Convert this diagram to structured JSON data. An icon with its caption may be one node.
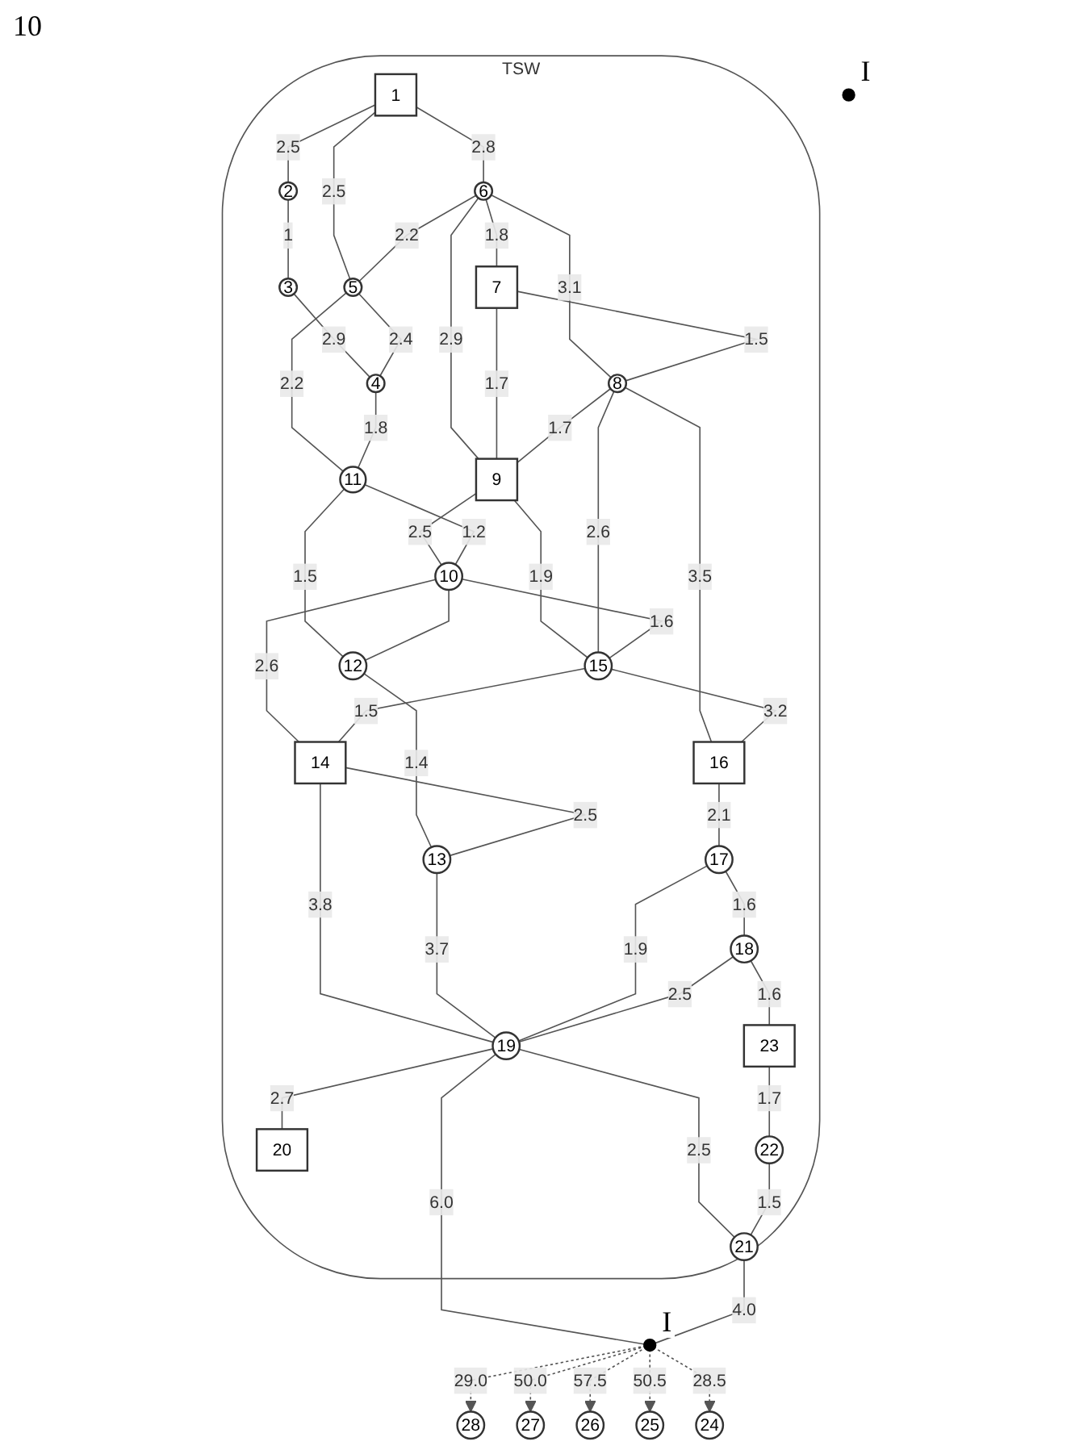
{
  "diagram": {
    "nodes": [
      {
        "text": [
          "TSW"
        ]
      },
      {
        "text": [
          "1"
        ],
        "in": 0
      },
      {
        "text": [
          "2"
        ],
        "in": 0
      },
      {
        "text": [
          "3"
        ],
        "in": 0
      },
      {
        "text": [
          "4"
        ],
        "in": 0
      },
      {
        "text": [
          "5"
        ],
        "in": 0
      },
      {
        "text": [
          "6"
        ],
        "in": 0
      },
      {
        "text": [
          "7"
        ],
        "in": 0
      },
      {
        "text": [
          "8"
        ],
        "in": 0
      },
      {
        "text": [
          "9"
        ],
        "in": 0
      },
      {
        "text": [
          "10"
        ],
        "in": 0
      },
      {
        "text": [
          "11"
        ],
        "in": 0
      },
      {
        "text": [
          "12"
        ],
        "in": 0
      },
      {
        "text": [
          "13"
        ],
        "in": 0
      },
      {
        "text": [
          "14"
        ],
        "in": 0
      },
      {
        "text": [
          "15"
        ],
        "in": 0
      },
      {
        "text": [
          "16"
        ],
        "in": 0
      },
      {
        "text": [
          "17"
        ],
        "in": 0
      },
      {
        "text": [
          "18"
        ],
        "in": 0
      },
      {
        "text": [
          "19"
        ],
        "in": 0
      },
      {
        "text": [
          "20"
        ],
        "in": 0
      },
      {
        "text": [
          "21"
        ],
        "in": 0
      },
      {
        "text": [
          "22"
        ],
        "in": 0
      },
      {
        "text": [
          "23"
        ],
        "in": 0
      },
      {
        "text": [
          "24"
        ]
      },
      {
        "text": [
          "25"
        ]
      },
      {
        "text": [
          "26"
        ]
      },
      {
        "text": [
          "27"
        ]
      },
      {
        "text": [
          "28"
        ]
      },
      {
        "text": [],
        "shape": "circle",
        "beside": [
          "I"
        ]
      },
      {
        "text": [],
        "shape": "circle",
        "beside": [
          "I"
        ]
      }
    ],
    "edges": [
      {
        "from": 1,
        "to": 2,
        "arrow": "none",
        "label": "2.5"
      },
      {
        "from": 2,
        "to": 3,
        "arrow": "none",
        "label": "1"
      },
      {
        "from": 3,
        "to": 4,
        "arrow": "none",
        "label": "2.9"
      },
      {
        "from": 1,
        "to": 6,
        "arrow": "none",
        "label": "2.8"
      },
      {
        "from": 1,
        "to": 5,
        "arrow": "none",
        "label": "2.5"
      },
      {
        "from": 6,
        "to": 5,
        "arrow": "none",
        "label": "2.2"
      },
      {
        "from": 5,
        "to": 4,
        "arrow": "none",
        "label": "2.4"
      },
      {
        "from": 5,
        "to": 11,
        "arrow": "none",
        "label": "2.2"
      },
      {
        "from": 4,
        "to": 11,
        "arrow": "none",
        "label": "1.8"
      },
      {
        "from": 6,
        "to": 7,
        "arrow": "none",
        "label": "1.8"
      },
      {
        "from": 6,
        "to": 8,
        "arrow": "none",
        "label": "3.1"
      },
      {
        "from": 6,
        "to": 9,
        "arrow": "none",
        "label": "2.9"
      },
      {
        "from": 7,
        "to": 9,
        "arrow": "none",
        "label": "1.7"
      },
      {
        "from": 7,
        "to": 8,
        "arrow": "none",
        "label": "1.5"
      },
      {
        "from": 8,
        "to": 9,
        "arrow": "none",
        "label": "1.7"
      },
      {
        "from": 9,
        "to": 10,
        "arrow": "none",
        "label": "2.5"
      },
      {
        "from": 9,
        "to": 15,
        "arrow": "none",
        "label": "1.9"
      },
      {
        "from": 8,
        "to": 15,
        "arrow": "none",
        "label": "2.6"
      },
      {
        "from": 11,
        "to": 10,
        "arrow": "none",
        "label": "1.2"
      },
      {
        "from": 11,
        "to": 12,
        "arrow": "none",
        "label": "1.5"
      },
      {
        "from": 10,
        "to": 12,
        "arrow": "none"
      },
      {
        "from": 10,
        "to": 15,
        "arrow": "none",
        "label": "1.6"
      },
      {
        "from": 10,
        "to": 14,
        "arrow": "none",
        "label": "2.6"
      },
      {
        "from": 12,
        "to": 13,
        "arrow": "none",
        "label": "1.4"
      },
      {
        "from": 15,
        "to": 14,
        "arrow": "none",
        "label": "1.5"
      },
      {
        "from": 14,
        "to": 13,
        "arrow": "none",
        "label": "2.5"
      },
      {
        "from": 8,
        "to": 16,
        "arrow": "none",
        "label": "3.5"
      },
      {
        "from": 15,
        "to": 16,
        "arrow": "none",
        "label": "3.2"
      },
      {
        "from": 14,
        "to": 19,
        "arrow": "none",
        "label": "3.8"
      },
      {
        "from": 13,
        "to": 19,
        "arrow": "none",
        "label": "3.7"
      },
      {
        "from": 16,
        "to": 17,
        "arrow": "none",
        "label": "2.1"
      },
      {
        "from": 17,
        "to": 19,
        "arrow": "none",
        "label": "1.9"
      },
      {
        "from": 17,
        "to": 18,
        "arrow": "none",
        "label": "1.6"
      },
      {
        "from": 18,
        "to": 19,
        "arrow": "none",
        "label": "2.5"
      },
      {
        "from": 19,
        "to": 20,
        "arrow": "none",
        "label": "2.7"
      },
      {
        "from": 19,
        "to": 21,
        "arrow": "none",
        "label": "2.5"
      },
      {
        "from": 18,
        "to": 23,
        "arrow": "none",
        "label": "1.6"
      },
      {
        "from": 23,
        "to": 22,
        "arrow": "none",
        "label": "1.7"
      },
      {
        "from": 22,
        "to": 21,
        "arrow": "none",
        "label": "1.5"
      },
      {
        "from": 19,
        "to": 29,
        "arrow": "none",
        "label": "6.0"
      },
      {
        "from": 21,
        "to": 29,
        "arrow": "none",
        "label": "4.0"
      },
      {
        "from": 29,
        "to": 28,
        "arrow": "to",
        "style": "dashed",
        "label": "29.0"
      },
      {
        "from": 29,
        "to": 27,
        "arrow": "to",
        "style": "dashed",
        "label": "50.0"
      },
      {
        "from": 29,
        "to": 26,
        "arrow": "to",
        "style": "dashed",
        "label": "57.5"
      },
      {
        "from": 29,
        "to": 25,
        "arrow": "to",
        "style": "dashed",
        "label": "50.5"
      },
      {
        "from": 29,
        "to": 24,
        "arrow": "to",
        "style": "dashed",
        "label": "28.5"
      }
    ],
    "labels": [
      "10"
    ]
  }
}
